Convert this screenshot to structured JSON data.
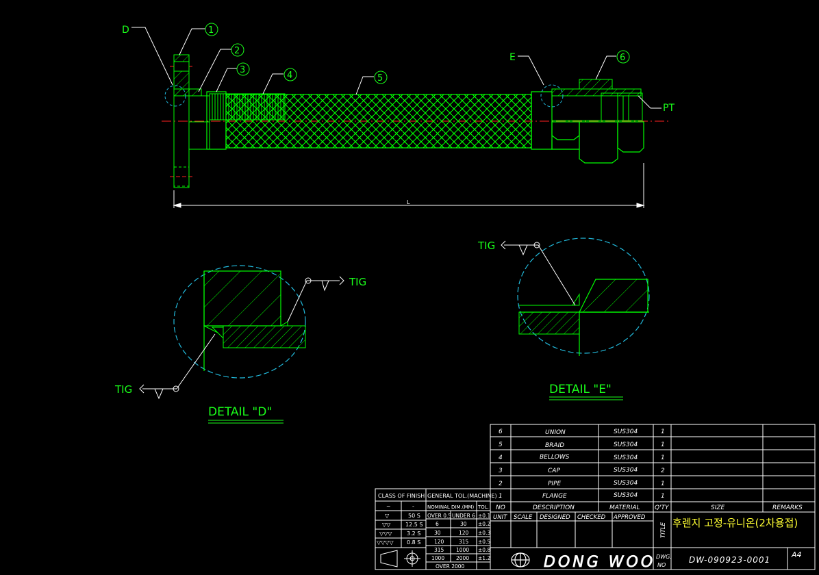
{
  "colors": {
    "background": "#000000",
    "outline": "#00ff00",
    "leader": "#ffffff",
    "centerline": "#ff2020",
    "hidden_circle": "#22bbdd",
    "title_text": "#ffff33"
  },
  "callouts": {
    "d": "D",
    "e": "E",
    "n1": "1",
    "n2": "2",
    "n3": "3",
    "n4": "4",
    "n5": "5",
    "n6": "6",
    "pt": "PT",
    "length": "L"
  },
  "detail_d": {
    "title": "DETAIL \"D\"",
    "weld_top": "TIG",
    "weld_bottom": "TIG"
  },
  "detail_e": {
    "title": "DETAIL \"E\"",
    "weld": "TIG"
  },
  "parts": {
    "headers": {
      "no": "NO",
      "description": "DESCRIPTION",
      "material": "MATERIAL",
      "qty": "Q'TY",
      "size": "SIZE",
      "remarks": "REMARKS"
    },
    "rows": [
      {
        "no": "6",
        "description": "UNION",
        "material": "SUS304",
        "qty": "1"
      },
      {
        "no": "5",
        "description": "BRAID",
        "material": "SUS304",
        "qty": "1"
      },
      {
        "no": "4",
        "description": "BELLOWS",
        "material": "SUS304",
        "qty": "1"
      },
      {
        "no": "3",
        "description": "CAP",
        "material": "SUS304",
        "qty": "2"
      },
      {
        "no": "2",
        "description": "PIPE",
        "material": "SUS304",
        "qty": "1"
      },
      {
        "no": "1",
        "description": "FLANGE",
        "material": "SUS304",
        "qty": "1"
      }
    ]
  },
  "finish": {
    "title": "CLASS OF FINISH",
    "head_left": "~",
    "head_right": "-",
    "rows": [
      {
        "mark": "▽",
        "value": "50 S"
      },
      {
        "mark": "▽▽",
        "value": "12.5 S"
      },
      {
        "mark": "▽▽▽",
        "value": "3.2 S"
      },
      {
        "mark": "▽▽▽▽",
        "value": "0.8 S"
      }
    ]
  },
  "tolerance": {
    "title": "GENERAL TOL.(MACHINE)",
    "nominal": "NOMINAL DIM.(MM)",
    "tol": "TOL.",
    "rows": [
      {
        "a": "OVER 0.5",
        "b": "UNDER 6",
        "t": "±0.1"
      },
      {
        "a": "6",
        "b": "30",
        "t": "±0.2"
      },
      {
        "a": "30",
        "b": "120",
        "t": "±0.3"
      },
      {
        "a": "120",
        "b": "315",
        "t": "±0.5"
      },
      {
        "a": "315",
        "b": "1000",
        "t": "±0.8"
      },
      {
        "a": "1000",
        "b": "2000",
        "t": "±1.2"
      }
    ],
    "last": "OVER 2000"
  },
  "title_block": {
    "unit": "UNIT",
    "scale": "SCALE",
    "designed": "DESIGNED",
    "checked": "CHECKED",
    "approved": "APPROVED",
    "title_label": "TITLE",
    "title": "후렌지 고정-유니온(2차용접)",
    "company": "DONG WOO",
    "dwg_label_1": "DWG.",
    "dwg_label_2": "NO",
    "dwg_no": "DW-090923-0001",
    "size": "A4"
  }
}
